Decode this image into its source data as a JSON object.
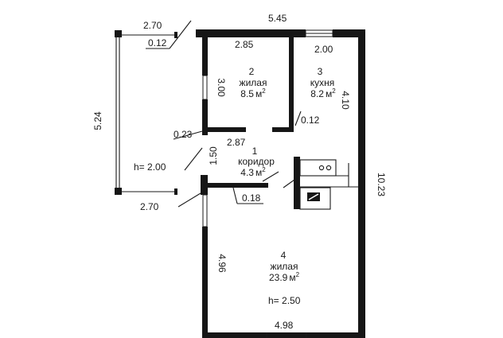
{
  "rooms": [
    {
      "number": "2",
      "name": "жилая",
      "area": "8.5",
      "unit": "м",
      "sup": "2"
    },
    {
      "number": "3",
      "name": "кухня",
      "area": "8.2",
      "unit": "м",
      "sup": "2"
    },
    {
      "number": "1",
      "name": "коридор",
      "area": "4.3",
      "unit": "м",
      "sup": "2"
    },
    {
      "number": "4",
      "name": "жилая",
      "area": "23.9",
      "unit": "м",
      "sup": "2"
    }
  ],
  "heights": {
    "veranda": "h= 2.00",
    "main": "h= 2.50"
  },
  "dimensions": {
    "veranda_top": "2.70",
    "veranda_wall": "0.12",
    "veranda_side": "5.24",
    "veranda_bottom": "2.70",
    "house_top": "5.45",
    "room2_width": "2.85",
    "kitchen_width": "2.00",
    "room2_depth": "3.00",
    "kitchen_depth": "4.10",
    "partition_a": "0.23",
    "partition_b": "0.12",
    "corridor_width": "2.87",
    "corridor_depth": "1.50",
    "corridor_wall": "0.18",
    "house_length": "10.23",
    "room4_depth": "4.96",
    "room4_width": "4.98"
  }
}
